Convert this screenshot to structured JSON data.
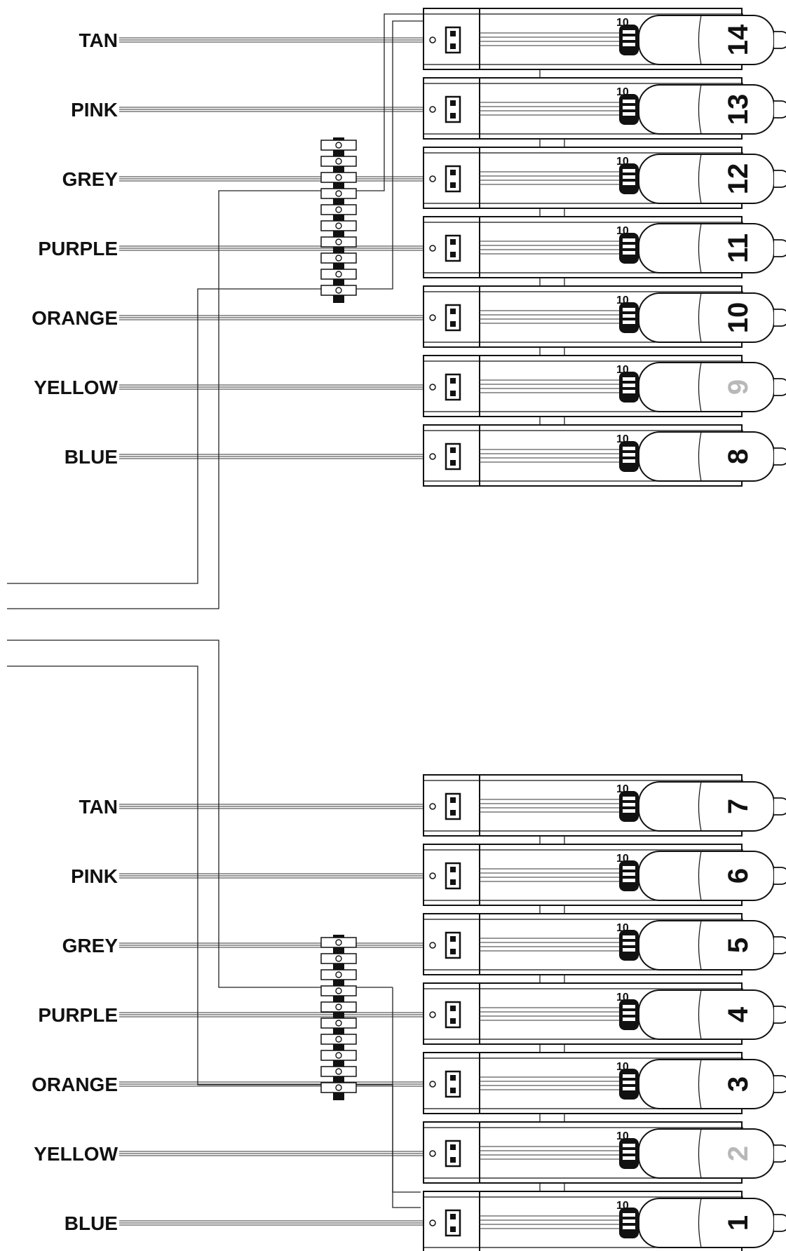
{
  "diagram": {
    "top_group": {
      "wire_labels": [
        "TAN",
        "PINK",
        "GREY",
        "PURPLE",
        "ORANGE",
        "YELLOW",
        "BLUE"
      ],
      "units": [
        {
          "number": "14",
          "color": "#111111",
          "top_label": "10"
        },
        {
          "number": "13",
          "color": "#111111",
          "top_label": "10"
        },
        {
          "number": "12",
          "color": "#111111",
          "top_label": "10"
        },
        {
          "number": "11",
          "color": "#111111",
          "top_label": "10"
        },
        {
          "number": "10",
          "color": "#111111",
          "top_label": "10"
        },
        {
          "number": "9",
          "color": "#b8b8b8",
          "top_label": "10"
        },
        {
          "number": "8",
          "color": "#111111",
          "top_label": "10"
        }
      ]
    },
    "bottom_group": {
      "wire_labels": [
        "TAN",
        "PINK",
        "GREY",
        "PURPLE",
        "ORANGE",
        "YELLOW",
        "BLUE"
      ],
      "units": [
        {
          "number": "7",
          "color": "#111111",
          "top_label": "10"
        },
        {
          "number": "6",
          "color": "#111111",
          "top_label": "10"
        },
        {
          "number": "5",
          "color": "#111111",
          "top_label": "10"
        },
        {
          "number": "4",
          "color": "#111111",
          "top_label": "10"
        },
        {
          "number": "3",
          "color": "#111111",
          "top_label": "10"
        },
        {
          "number": "2",
          "color": "#b8b8b8",
          "top_label": "10"
        },
        {
          "number": "1",
          "color": "#111111",
          "top_label": "10"
        }
      ]
    }
  }
}
